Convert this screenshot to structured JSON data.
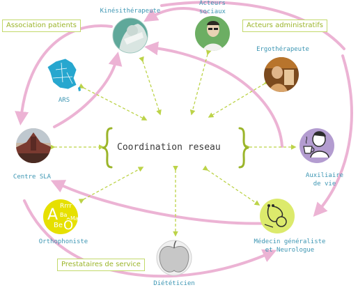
{
  "center": {
    "label": "Coordination reseau"
  },
  "groups": {
    "patients": "Association patients",
    "administratifs": "Acteurs administratifs",
    "prestataires": "Prestataires de service"
  },
  "nodes": {
    "kine": "Kinésithérapeute",
    "sociaux": "Acteurs\nsociaux",
    "ergo": "Ergothérapeute",
    "ars": "ARS",
    "centre": "Centre SLA",
    "auxiliaire": "Auxiliaire\nde vie",
    "medecin": "Médecin généraliste\net Neurologue",
    "ortho": "Orthophoniste",
    "dieteticien": "Diététicien"
  },
  "ortho_logo_text": [
    "Rrrr",
    "A",
    "Ba",
    "Ma",
    "Be",
    "Ô"
  ],
  "colors": {
    "circle_arrows": "#ecb3d4",
    "dashed_arrows": "#bcd348",
    "braces": "#9bb52a",
    "labels": "#3d96b3",
    "group_text": "#9bb52a",
    "ortho_circle": "#e6e000",
    "auxiliaire_circle": "#b39cd0",
    "medecin_circle": "#dcea6c",
    "ars_map": "#27a7cf"
  }
}
